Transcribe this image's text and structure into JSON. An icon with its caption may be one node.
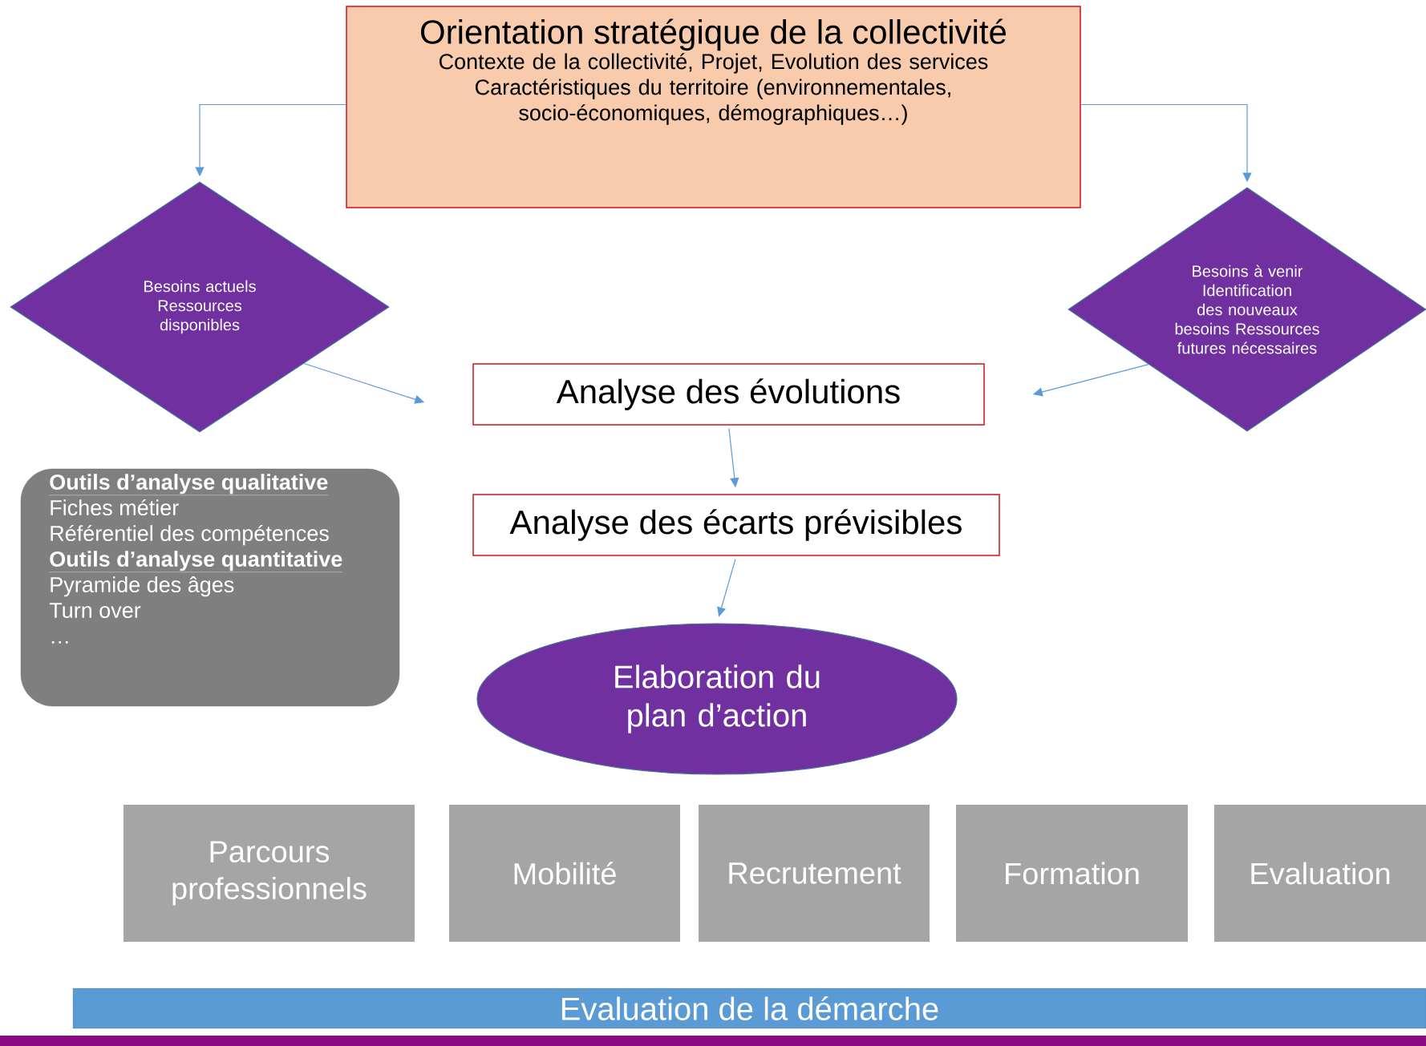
{
  "diagram": {
    "nodes": [
      {
        "text": [
          "Orientation stratégique de la collectivité",
          "Contexte de la collectivité, Projet, Evolution des services Caractéristiques du territoire (environnementales, socio-économiques, démographiques…)"
        ]
      },
      {
        "text": [
          "Besoins actuels Ressources disponibles"
        ]
      },
      {
        "text": [
          "Besoins à venir Identification des nouveaux besoins Ressources futures nécessaires"
        ]
      },
      {
        "text": [
          "Analyse des évolutions"
        ]
      },
      {
        "text": [
          "Analyse des écarts prévisibles"
        ]
      },
      {
        "text": [
          "Elaboration du plan d’action"
        ]
      },
      {
        "text": [
          "Outils d’analyse qualitative",
          "Fiches métier",
          "Référentiel des compétences",
          "Outils d’analyse quantitative",
          "Pyramide des âges",
          "Turn over",
          "…"
        ]
      },
      {
        "text": [
          "Parcours professionnels"
        ]
      },
      {
        "text": [
          "Mobilité"
        ]
      },
      {
        "text": [
          "Recrutement"
        ]
      },
      {
        "text": [
          "Formation"
        ]
      },
      {
        "text": [
          "Evaluation"
        ]
      },
      {
        "text": [
          "Evaluation de la démarche"
        ]
      }
    ],
    "edges": [
      {
        "from": 0,
        "to": 1,
        "arrow": "to"
      },
      {
        "from": 0,
        "to": 2,
        "arrow": "to"
      },
      {
        "from": 1,
        "to": 3,
        "arrow": "to"
      },
      {
        "from": 2,
        "to": 3,
        "arrow": "to"
      },
      {
        "from": 3,
        "to": 4,
        "arrow": "to"
      },
      {
        "from": 4,
        "to": 5,
        "arrow": "to"
      }
    ]
  }
}
